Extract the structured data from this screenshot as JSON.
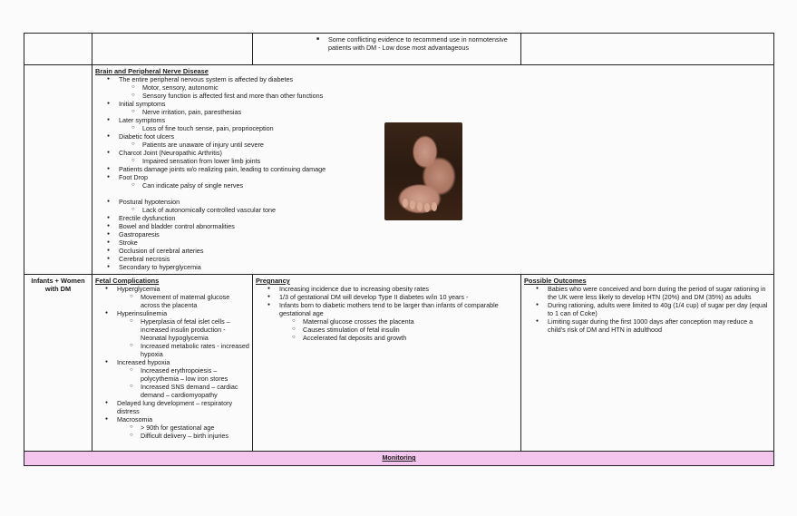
{
  "top_row": {
    "col3_item": "Some conflicting evidence to recommend use in normotensive patients with DM - Low dose most advantageous"
  },
  "brain": {
    "header": "Brain and Peripheral Nerve Disease",
    "items": [
      {
        "level": 1,
        "text": "The entire peripheral nervous system is affected by diabetes"
      },
      {
        "level": 2,
        "text": "Motor, sensory, autonomic"
      },
      {
        "level": 2,
        "text": "Sensory function is affected first and more than other functions"
      },
      {
        "level": 1,
        "text": "Initial symptoms"
      },
      {
        "level": 2,
        "text": "Nerve irritation, pain, paresthesias"
      },
      {
        "level": 1,
        "text": "Later symptoms"
      },
      {
        "level": 2,
        "text": "Loss of fine touch sense, pain, proprioception"
      },
      {
        "level": 1,
        "text": "Diabetic foot ulcers"
      },
      {
        "level": 2,
        "text": "Patients are unaware of injury until severe"
      },
      {
        "level": 1,
        "text": "Charcot Joint (Neuropathic Arthritis)"
      },
      {
        "level": 2,
        "text": "Impaired sensation from lower limb joints"
      },
      {
        "level": 1,
        "text": "Patients damage joints w/o realizing pain, leading to continuing damage"
      },
      {
        "level": 1,
        "text": "Foot Drop"
      },
      {
        "level": 2,
        "text": "Can indicate palsy of single nerves"
      },
      {
        "level": 0,
        "text": ""
      },
      {
        "level": 1,
        "text": "Postural hypotension"
      },
      {
        "level": 2,
        "text": "Lack of autonomically controlled vascular tone"
      },
      {
        "level": 1,
        "text": "Erectile dysfunction"
      },
      {
        "level": 1,
        "text": "Bowel and bladder control abnormalities"
      },
      {
        "level": 1,
        "text": "Gastroparesis"
      },
      {
        "level": 1,
        "text": "Stroke"
      },
      {
        "level": 1,
        "text": "Occlusion of cerebral arteries"
      },
      {
        "level": 1,
        "text": "Cerebral necrosis"
      },
      {
        "level": 1,
        "text": "Secondary to hyperglycemia"
      }
    ]
  },
  "infants": {
    "row_label": "Infants + Women with DM",
    "fetal": {
      "header": "Fetal Complications",
      "items": [
        {
          "level": 1,
          "text": "Hyperglycemia"
        },
        {
          "level": 2,
          "text": "Movement of maternal glucose across the placenta"
        },
        {
          "level": 1,
          "text": "Hyperinsulinemia"
        },
        {
          "level": 2,
          "text": "Hyperplasia of fetal islet cells – increased insulin production - Neonatal hypoglycemia"
        },
        {
          "level": 2,
          "text": "Increased metabolic rates - increased hypoxia"
        },
        {
          "level": 1,
          "text": "Increased hypoxia"
        },
        {
          "level": 2,
          "text": "Increased erythropoiesis – polycythemia – low iron stores"
        },
        {
          "level": 2,
          "text": "Increased SNS demand – cardiac demand – cardiomyopathy"
        },
        {
          "level": 1,
          "text": "Delayed lung development – respiratory distress"
        },
        {
          "level": 1,
          "text": "Macrosomia"
        },
        {
          "level": 2,
          "text": "> 90th for gestational age"
        },
        {
          "level": 2,
          "text": "Difficult delivery – birth injuries"
        }
      ]
    },
    "pregnancy": {
      "header": "Pregnancy",
      "items": [
        {
          "level": 1,
          "text": "Increasing incidence due to increasing obesity rates"
        },
        {
          "level": 1,
          "text": "1/3 of gestational DM will develop Type II diabetes w/in 10 years -"
        },
        {
          "level": 1,
          "text": "Infants born to diabetic mothers tend to be larger than infants of comparable gestational age"
        },
        {
          "level": 2,
          "text": "Maternal glucose crosses the placenta"
        },
        {
          "level": 2,
          "text": "Causes stimulation of fetal insulin"
        },
        {
          "level": 2,
          "text": "Accelerated fat deposits and growth"
        }
      ]
    },
    "outcomes": {
      "header": "Possible Outcomes",
      "items": [
        {
          "level": 1,
          "text": "Babies who were conceived and born during the period of sugar rationing in the UK were less likely to develop HTN (20%) and DM (35%) as adults"
        },
        {
          "level": 1,
          "text": "During rationing, adults were limited to 40g (1/4 cup) of sugar per day (equal to 1 can of Coke)"
        },
        {
          "level": 1,
          "text": "Limiting sugar during the first 1000 days after conception may reduce a child's risk of DM and HTN in adulthood"
        }
      ]
    }
  },
  "monitoring": {
    "label": "Monitoring",
    "color": "#f4c6ee"
  },
  "image": {
    "icon": "diabetic-foot-photo"
  }
}
